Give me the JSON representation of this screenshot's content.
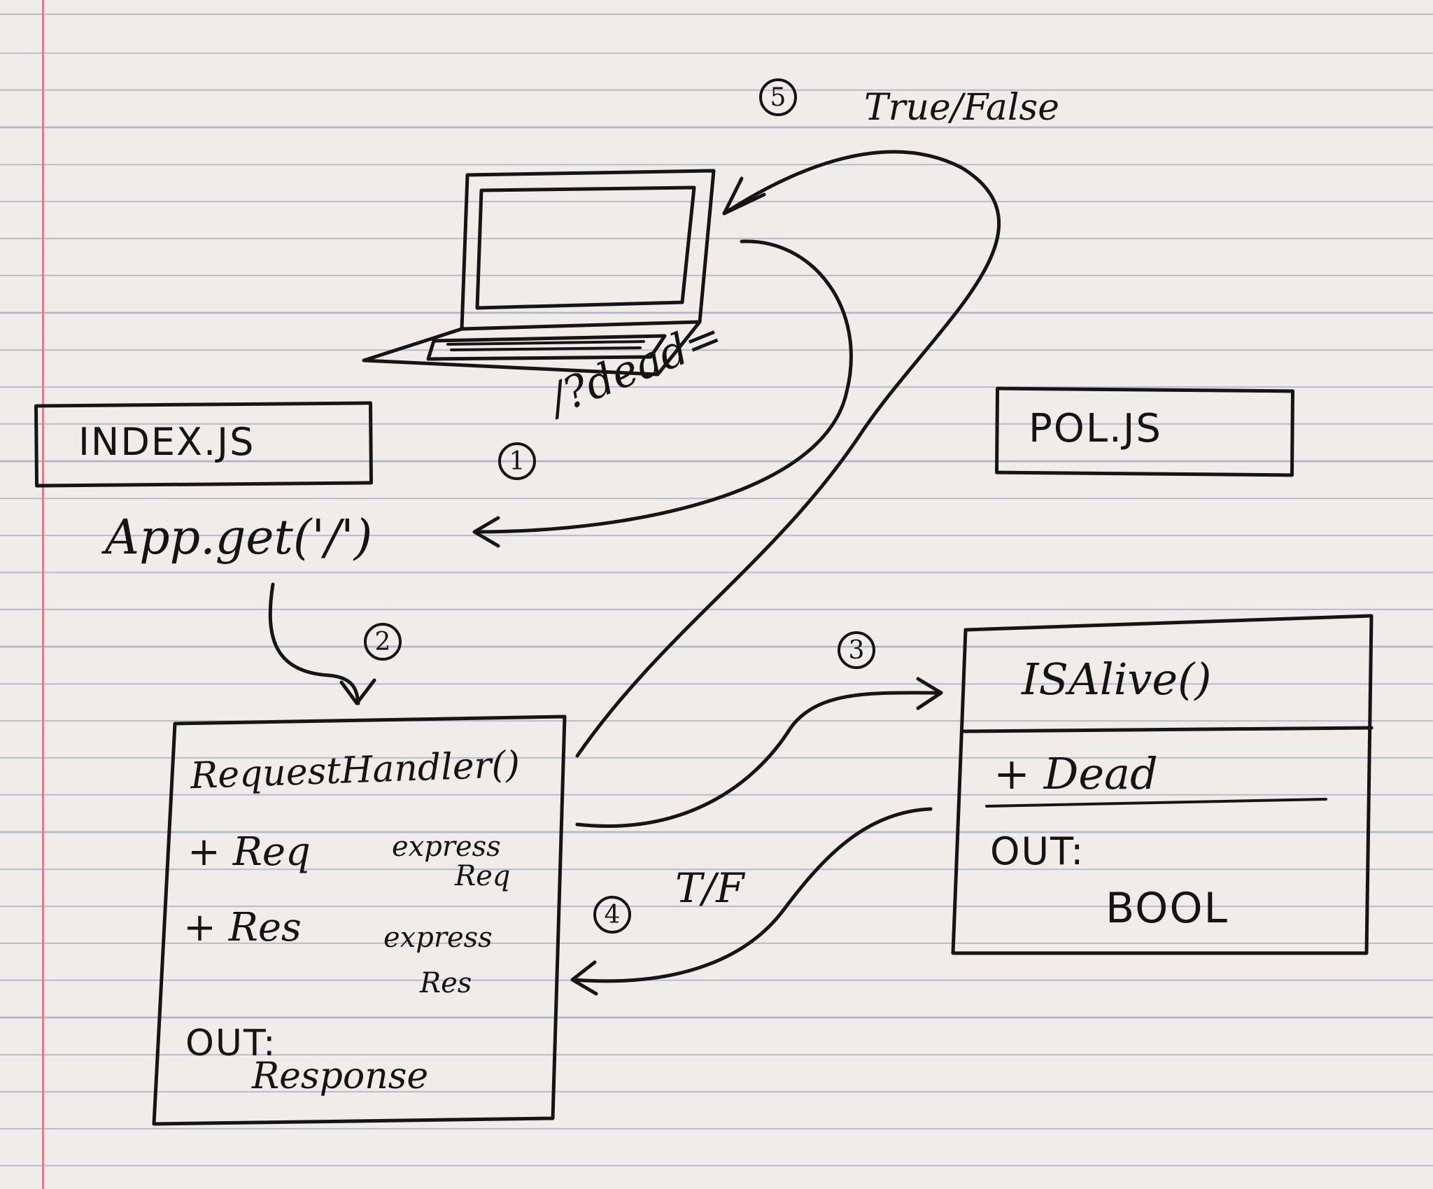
{
  "laptop": {
    "label": "laptop"
  },
  "files": {
    "index": "INDEX.JS",
    "pol": "POL.JS"
  },
  "index_route": "App.get('/')",
  "request_handler": {
    "title": "RequestHandler()",
    "param1": "+ Req",
    "param1_type_line1": "express",
    "param1_type_line2": "Req",
    "param2": "+ Res",
    "param2_type_line1": "express",
    "param2_type_line2": "Res",
    "out_label": "OUT:",
    "out_value": "Response"
  },
  "is_alive": {
    "title": "ISAlive()",
    "param": "+ Dead",
    "out_label": "OUT:",
    "out_value": "BOOL"
  },
  "steps": [
    {
      "num": "1",
      "label": "/?dead="
    },
    {
      "num": "2",
      "label": ""
    },
    {
      "num": "3",
      "label": ""
    },
    {
      "num": "4",
      "label": "T/F"
    },
    {
      "num": "5",
      "label": "True/False"
    }
  ]
}
